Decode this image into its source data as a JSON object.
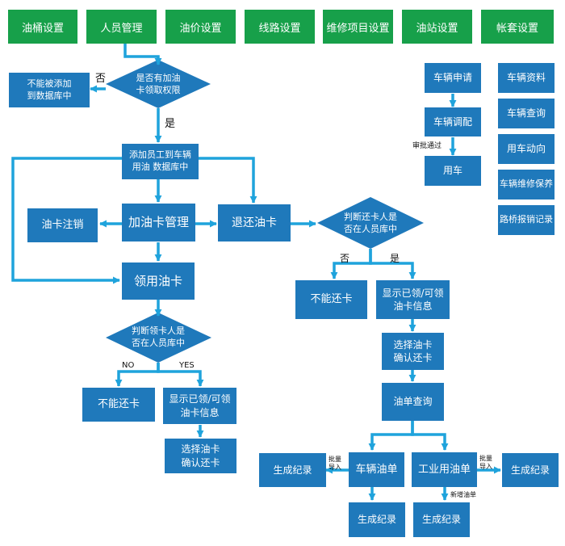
{
  "colors": {
    "nav_green": "#17a04a",
    "box_blue": "#1f79bb",
    "arrow_cyan": "#1fa3dc"
  },
  "nav": [
    "油桶设置",
    "人员管理",
    "油价设置",
    "线路设置",
    "维修项目设置",
    "油站设置",
    "帐套设置"
  ],
  "vehicle_flow": {
    "apply": "车辆申请",
    "dispatch": "车辆调配",
    "approved": "审批通过",
    "use": "用车"
  },
  "side_menu": [
    "车辆资料",
    "车辆查询",
    "用车动向",
    "车辆维修保养",
    "路桥报销记录"
  ],
  "left_flow": {
    "decision_permission": "是否有加油\n卡领取权限",
    "no": "否",
    "cannot_add": "不能被添加\n到数据库中",
    "yes": "是",
    "add_employee": "添加员工到车辆\n用油 数据库中",
    "card_cancel": "油卡注销",
    "card_manage": "加油卡管理",
    "card_return": "退还油卡",
    "receive_card": "领用油卡",
    "decision_receiver": "判断领卡人是\n否在人员库中",
    "no_label": "NO",
    "yes_label": "YES",
    "cannot_return": "不能还卡",
    "show_info": "显示已领/可领\n油卡信息",
    "select_card": "选择油卡\n确认还卡"
  },
  "right_flow": {
    "decision_returner": "判断还卡人是\n否在人员库中",
    "no": "否",
    "yes": "是",
    "cannot_return": "不能还卡",
    "show_info": "显示已领/可领\n油卡信息",
    "select_card": "选择油卡\n确认还卡",
    "bill_query": "油单查询",
    "vehicle_bill": "车辆油单",
    "industrial_bill": "工业用油单",
    "gen_left": "生成纪录",
    "gen_right": "生成纪录",
    "gen_vehicle": "生成纪录",
    "gen_industrial": "生成纪录",
    "batch_import_left": "批量\n导入",
    "batch_import_right": "批量\n导入",
    "new_bill": "新增油单"
  }
}
